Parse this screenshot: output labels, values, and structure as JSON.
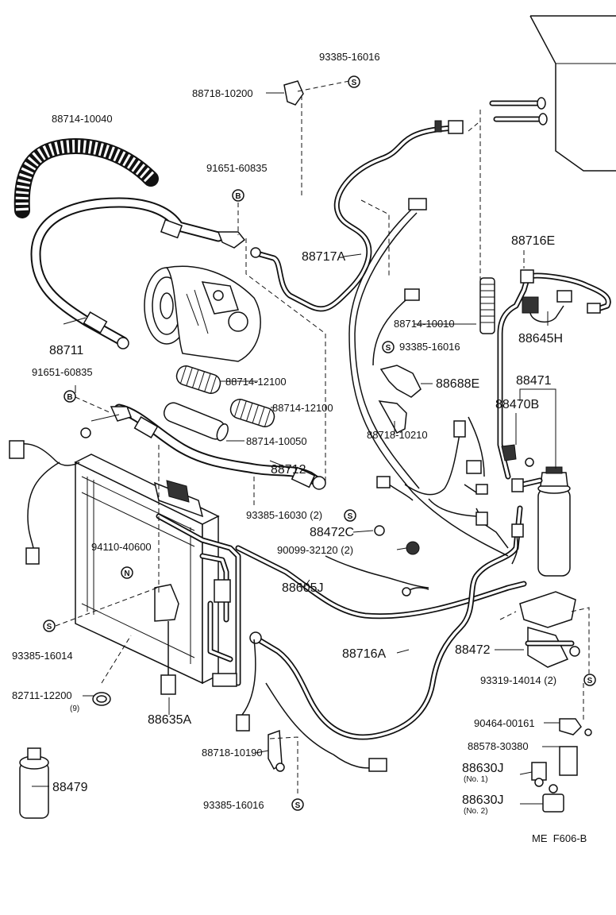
{
  "labels": {
    "p93385_16016_top": "93385-16016",
    "p88718_10200": "88718-10200",
    "p88714_10040": "88714-10040",
    "p91651_60835_top": "91651-60835",
    "p88717A": "88717A",
    "p88716E": "88716E",
    "p88714_10010": "88714-10010",
    "p88645H": "88645H",
    "p93385_16016_mid": "93385-16016",
    "p88711": "88711",
    "p91651_60835_left": "91651-60835",
    "p88714_12100_a": "88714-12100",
    "p88714_12100_b": "88714-12100",
    "p88688E": "88688E",
    "p88471": "88471",
    "p88470B": "88470B",
    "p88718_10210": "88718-10210",
    "p88714_10050": "88714-10050",
    "p88712": "88712",
    "p93385_16030": "93385-16030 (2)",
    "p88472C": "88472C",
    "p94110_40600": "94110-40600",
    "p90099_32120": "90099-32120 (2)",
    "p88605J": "88605J",
    "p88716A": "88716A",
    "p88472": "88472",
    "p93385_16014": "93385-16014",
    "p93319_14014": "93319-14014 (2)",
    "p82711_12200": "82711-12200",
    "p82711_qty": "(9)",
    "p88635A": "88635A",
    "p90464_00161": "90464-00161",
    "p88718_10190": "88718-10190",
    "p88578_30380": "88578-30380",
    "p88630J_1": "88630J",
    "p88630J_1_sub": "(No. 1)",
    "p88479": "88479",
    "p88630J_2": "88630J",
    "p88630J_2_sub": "(No. 2)",
    "p93385_16016_bottom": "93385-16016",
    "footer": "ME  F606-B"
  },
  "symbols": {
    "s": "S",
    "b": "B",
    "n": "N"
  }
}
